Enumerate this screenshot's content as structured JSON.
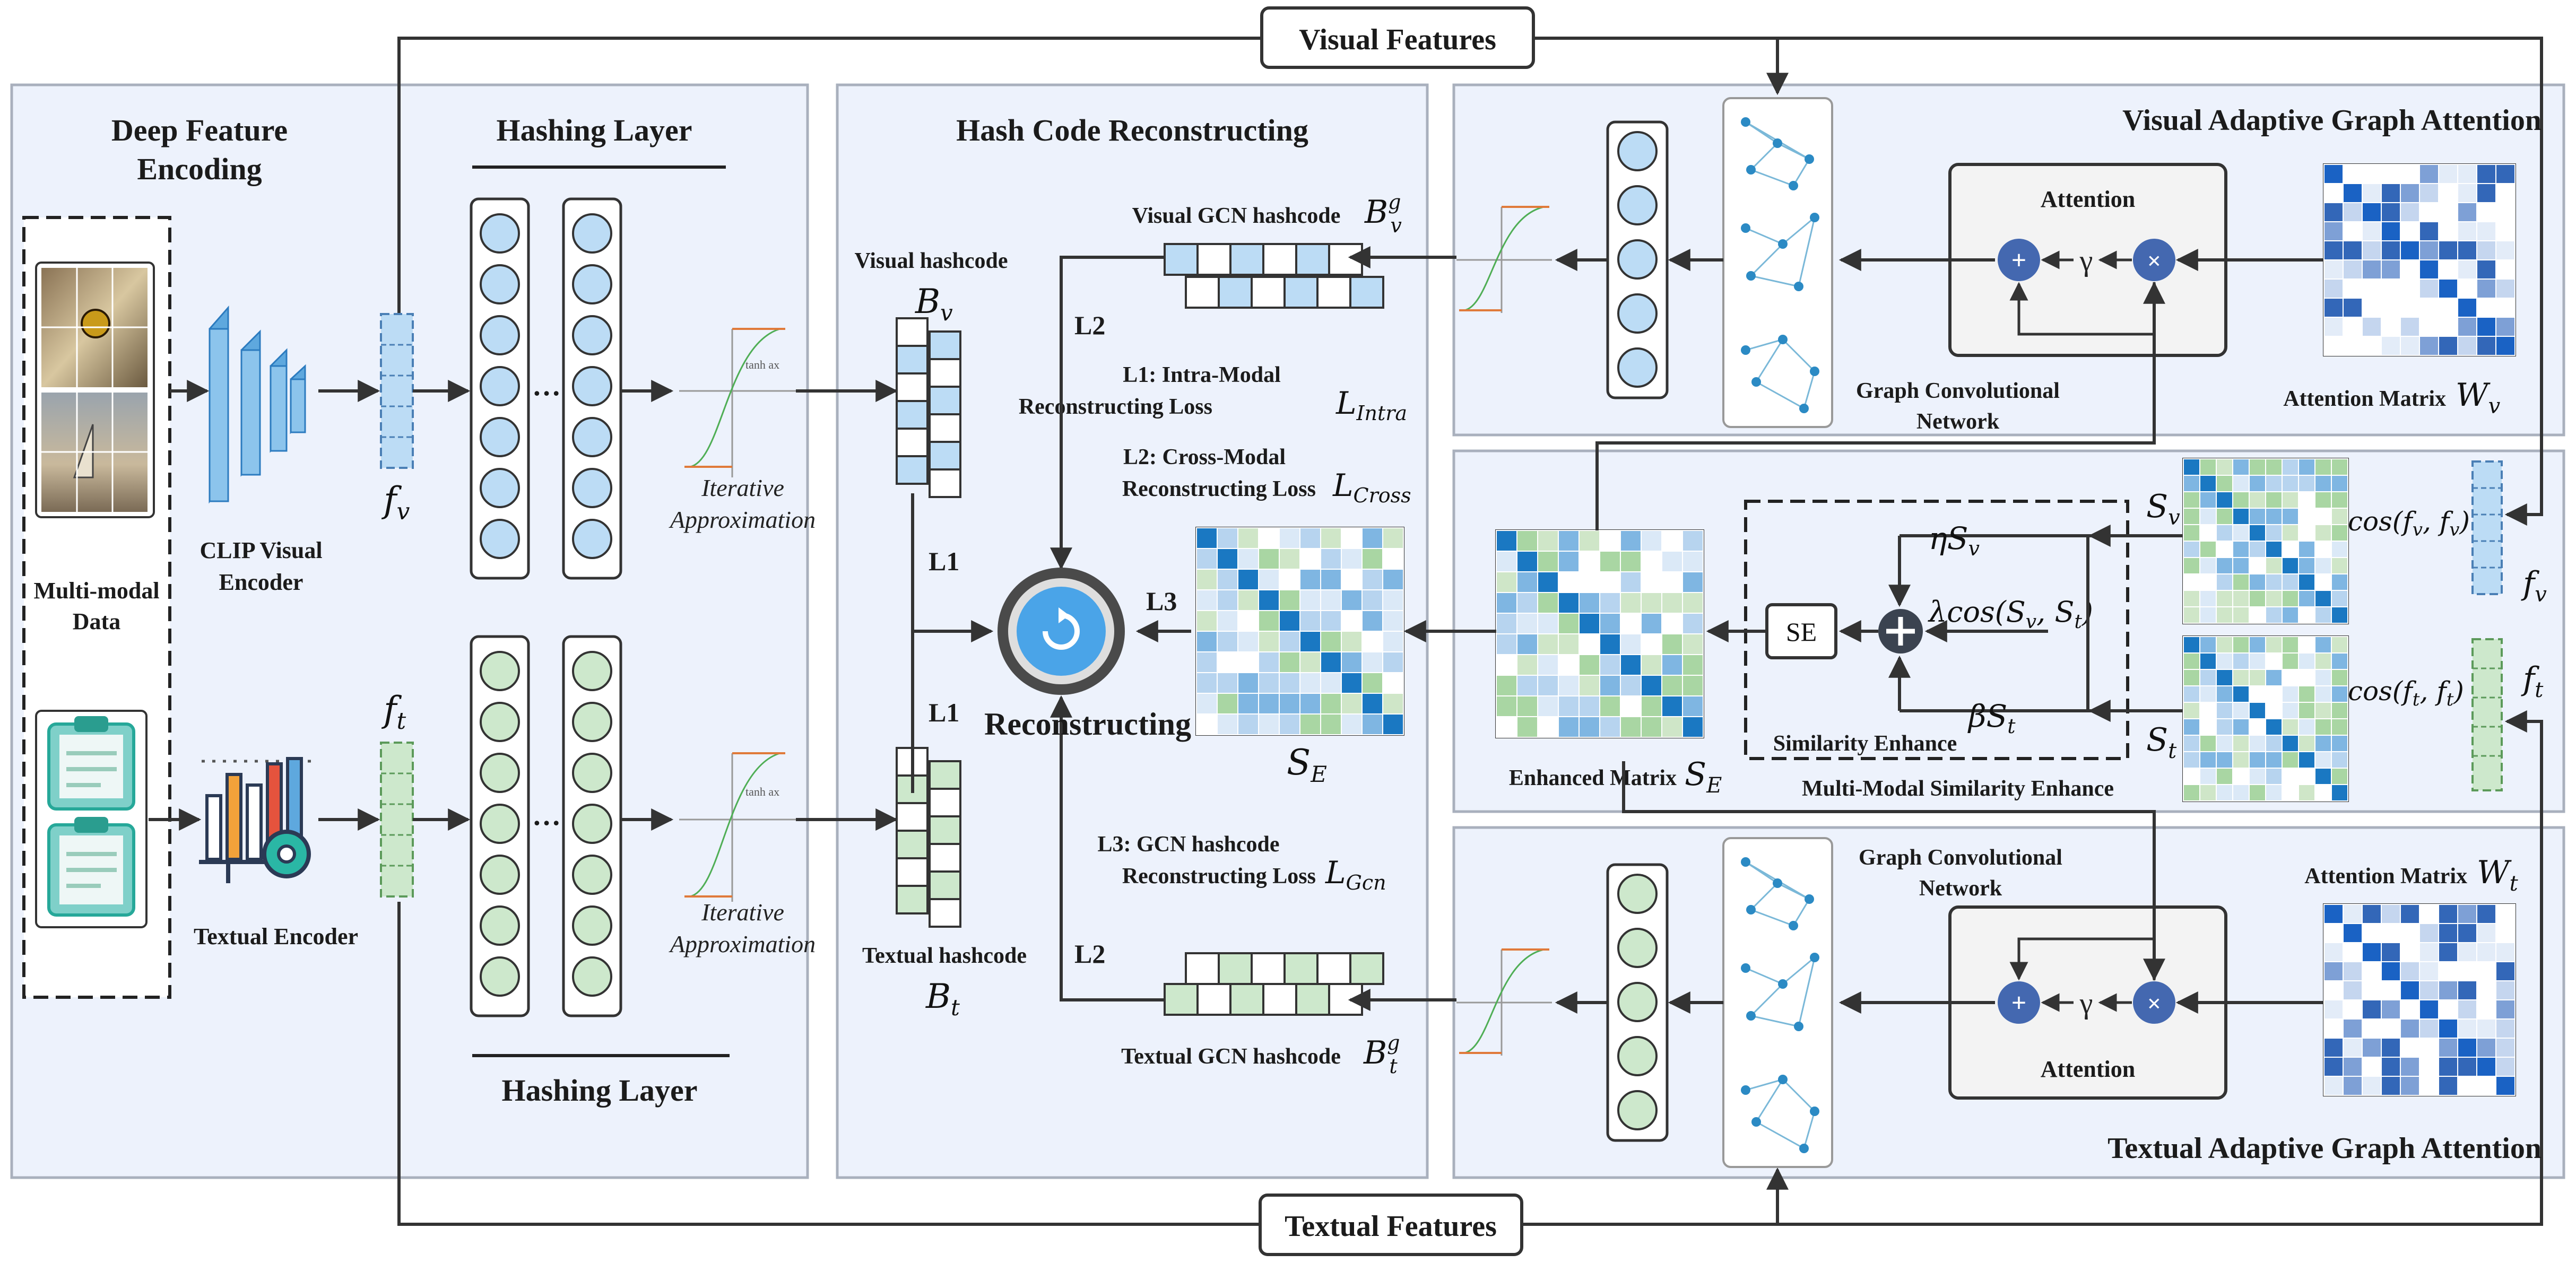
{
  "top_bar": {
    "label": "Visual Features"
  },
  "bottom_bar": {
    "label": "Textual Features"
  },
  "panels": {
    "deep_feature": {
      "title_line1": "Deep Feature",
      "title_line2": "Encoding"
    },
    "hashing_top": {
      "title": "Hashing Layer"
    },
    "hashing_bottom": {
      "title": "Hashing Layer"
    },
    "reconstruct": {
      "title": "Hash Code Reconstructing"
    },
    "visual_aga": {
      "title": "Visual Adaptive Graph Attention"
    },
    "textual_aga": {
      "title": "Textual Adaptive Graph Attention"
    },
    "mmse": {
      "title": "Multi-Modal Similarity Enhance",
      "inner": "Similarity Enhance"
    }
  },
  "labels": {
    "multimodal_l1": "Multi-modal",
    "multimodal_l2": "Data",
    "clip_l1": "CLIP Visual",
    "clip_l2": "Encoder",
    "textual_encoder": "Textual Encoder",
    "iter_l1": "Iterative",
    "iter_l2": "Approximation",
    "visual_hashcode": "Visual hashcode",
    "textual_hashcode": "Textual hashcode",
    "visual_gcn_hashcode": "Visual GCN hashcode",
    "textual_gcn_hashcode": "Textual GCN hashcode",
    "loss1_l1": "L1: Intra-Modal",
    "loss1_l2": "Reconstructing Loss",
    "loss2_l1": "L2: Cross-Modal",
    "loss2_l2": "Reconstructing Loss",
    "loss3_l1": "L3: GCN hashcode",
    "loss3_l2": "Reconstructing Loss",
    "L1": "L1",
    "L2": "L2",
    "L3": "L3",
    "reconstructing": "Reconstructing",
    "attention": "Attention",
    "attention_matrix": "Attention Matrix",
    "gcn_l1": "Graph Convolutional",
    "gcn_l2": "Network",
    "enhanced_matrix": "Enhanced Matrix",
    "se": "SE",
    "gamma": "γ",
    "tanh_note": "tanh ax"
  },
  "math": {
    "fv": "f",
    "fv_sub": "v",
    "ft": "f",
    "ft_sub": "t",
    "Bv": "B",
    "Bv_sub": "v",
    "Bt": "B",
    "Bt_sub": "t",
    "Bvg": "B",
    "Bvg_sup": "g",
    "Bvg_sub": "v",
    "Btg": "B",
    "Btg_sup": "g",
    "Btg_sub": "t",
    "L_intra": "L",
    "L_intra_sub": "Intra",
    "L_cross": "L",
    "L_cross_sub": "Cross",
    "L_gcn": "L",
    "L_gcn_sub": "Gcn",
    "SE_sym": "S",
    "SE_sub": "E",
    "Wv": "W",
    "Wv_sub": "v",
    "Wt": "W",
    "Wt_sub": "t",
    "Sv": "S",
    "Sv_sub": "v",
    "St": "S",
    "St_sub": "t",
    "eta_Sv": "ηS",
    "lambda_cos": "λcos(S",
    "beta_St": "βS",
    "cos_fv": "cos(f",
    "cos_ft": "cos(f"
  },
  "colors": {
    "panel_bg": "#edf2fc",
    "panel_border": "#a9b0bd",
    "blue_node": "#bcdcf5",
    "green_node": "#cde8cc",
    "dark_blue": "#3367b8",
    "mid_blue": "#1a78c2",
    "plus_circle": "#4468b0",
    "arrow": "#333333"
  }
}
